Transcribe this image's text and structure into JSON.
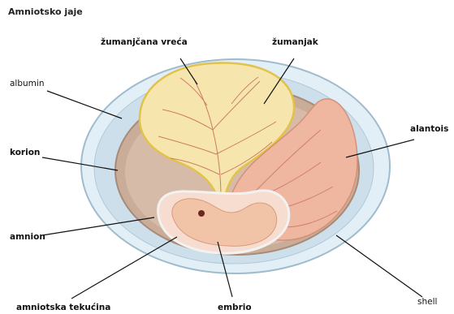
{
  "title": "Amniotsko jaje",
  "labels": {
    "zumanjcana_vreca": "žumanjčana vreća",
    "zumanjak": "žumanjak",
    "albumin": "albumin",
    "alantois": "alantois",
    "korion": "korion",
    "amnion": "amnion",
    "shell": "shell",
    "amniotska_tekucina": "amniotska tekućina",
    "embrio": "embrio"
  },
  "colors": {
    "shell": "#d9eaf3",
    "albumin": "#c7dcea",
    "chorion": "#c9a892",
    "yolk": "#f7e8b0",
    "allantois": "#f0b8a0",
    "embryo": "#f3c9b2",
    "vessels": "#c2665a"
  }
}
